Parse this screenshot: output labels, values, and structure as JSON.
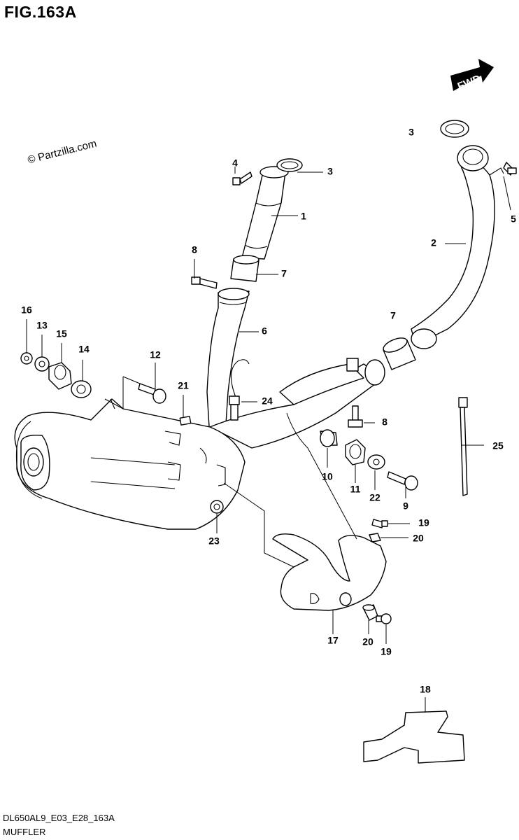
{
  "figure_title": "FIG.163A",
  "copyright": "© Partzilla.com",
  "direction_label": "FWD",
  "diagram_code": "DL650AL9_E03_E28_163A",
  "diagram_name": "MUFFLER",
  "callouts": {
    "c1": "1",
    "c2": "2",
    "c3a": "3",
    "c3b": "3",
    "c4": "4",
    "c5": "5",
    "c6": "6",
    "c7a": "7",
    "c7b": "7",
    "c8a": "8",
    "c8b": "8",
    "c9": "9",
    "c10": "10",
    "c11": "11",
    "c12": "12",
    "c13": "13",
    "c14": "14",
    "c15": "15",
    "c16": "16",
    "c17": "17",
    "c18": "18",
    "c19a": "19",
    "c19b": "19",
    "c20a": "20",
    "c20b": "20",
    "c21": "21",
    "c22": "22",
    "c23": "23",
    "c24": "24",
    "c25": "25"
  }
}
